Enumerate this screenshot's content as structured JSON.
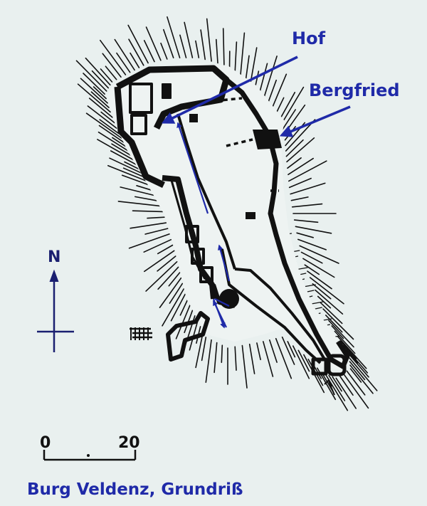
{
  "labels": {
    "courtyard": "Hof",
    "keep": "Bergfried",
    "north": "N",
    "scale_start": "0",
    "scale_end": "20",
    "title": "Burg Veldenz, Grundriß"
  },
  "icons": {
    "north_arrow": "north-arrow-icon",
    "entrance_arrow": "entrance-arrow-icon"
  },
  "colors": {
    "label_blue": "#1f2aa8",
    "walls": "#111111",
    "background": "#e9f0ef"
  }
}
